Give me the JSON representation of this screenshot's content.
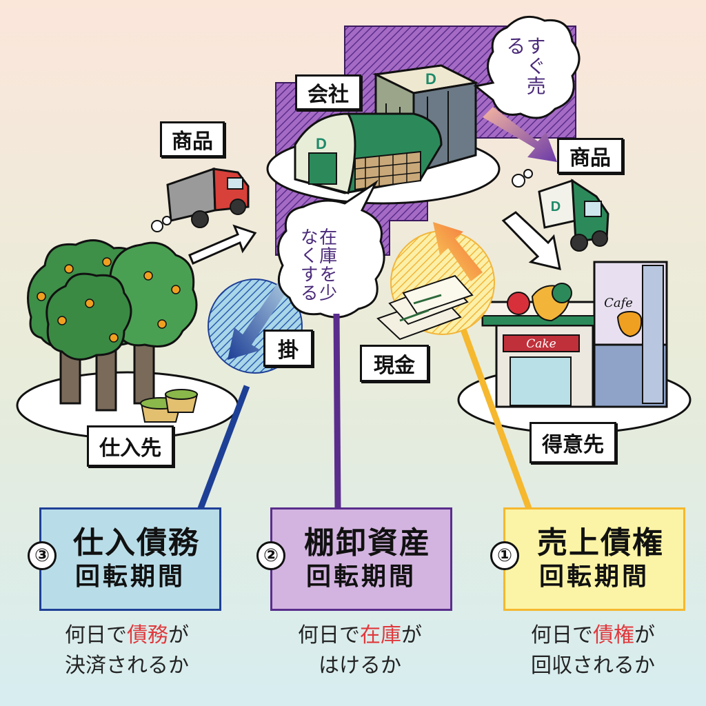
{
  "nodes": {
    "company": "会社",
    "goods_left": "商品",
    "goods_right": "商品",
    "supplier": "仕入先",
    "customer": "得意先",
    "credit": "掛",
    "cash": "現金"
  },
  "bubbles": {
    "sell_fast": "すぐ売る",
    "reduce_inventory": "在庫を少なくする"
  },
  "signage": {
    "building_letter": "D",
    "cake_sign": "Cake",
    "cafe_sign": "Cafe"
  },
  "cards": [
    {
      "num": "③",
      "title": "仕入債務",
      "subtitle": "回転期間",
      "desc_pre": "何日で",
      "desc_hl": "債務",
      "desc_post": "が",
      "desc_line2": "決済されるか"
    },
    {
      "num": "②",
      "title": "棚卸資産",
      "subtitle": "回転期間",
      "desc_pre": "何日で",
      "desc_hl": "在庫",
      "desc_post": "が",
      "desc_line2": "はけるか"
    },
    {
      "num": "①",
      "title": "売上債権",
      "subtitle": "回転期間",
      "desc_pre": "何日で",
      "desc_hl": "債権",
      "desc_post": "が",
      "desc_line2": "回収されるか"
    }
  ],
  "colors": {
    "payables": "#1e3f96",
    "inventory": "#5a2d8c",
    "receivables": "#f5b82e",
    "card_blue_bg": "#b9dde8",
    "card_purple_bg": "#d3b4e0",
    "card_yellow_bg": "#fbf4a6",
    "highlight_red": "#e0383c"
  }
}
